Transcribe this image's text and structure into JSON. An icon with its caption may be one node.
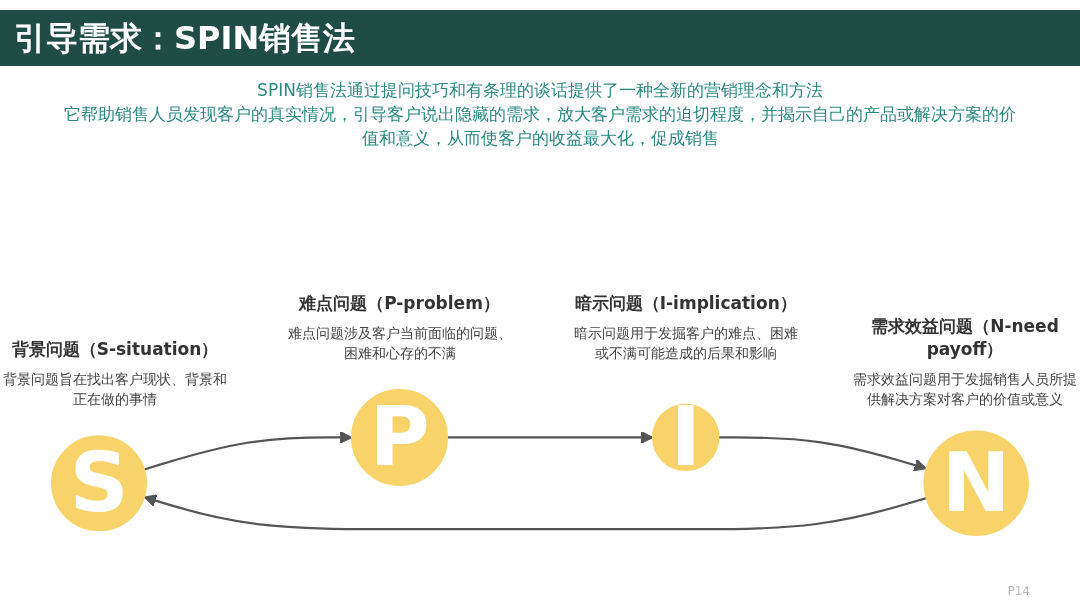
{
  "diagram": {
    "title": "引导需求：SPIN销售法",
    "nodes": [
      {
        "text": [
          "S"
        ],
        "beside": [
          "背景问题（S-situation）",
          "背景问题旨在找出客户现状、背景和正在做的事情"
        ]
      },
      {
        "text": [
          "P"
        ],
        "beside": [
          "难点问题（P-problem）",
          "难点问题涉及客户当前面临的问题、困难和心存的不满"
        ]
      },
      {
        "text": [
          "I"
        ],
        "beside": [
          "暗示问题（I-implication）",
          "暗示问题用于发掘客户的难点、困难或不满可能造成的后果和影响"
        ]
      },
      {
        "text": [
          "N"
        ],
        "beside": [
          "需求效益问题（N-need payoff）",
          "需求效益问题用于发掘销售人员所提供解决方案对客户的价值或意义"
        ]
      }
    ],
    "edges": [
      {
        "from": 0,
        "to": 1,
        "arrow": "to"
      },
      {
        "from": 1,
        "to": 2,
        "arrow": "to"
      },
      {
        "from": 2,
        "to": 3,
        "arrow": "to"
      },
      {
        "from": 3,
        "to": 0,
        "arrow": "to"
      }
    ],
    "labels": [
      "SPIN销售法通过提问技巧和有条理的谈话提供了一种全新的营销理念和方法",
      "它帮助销售人员发现客户的真实情况，引导客户说出隐藏的需求，放大客户需求的迫切程度，并揭示自己的产品或解决方案的价值和意义，从而使客户的收益最大化，促成销售",
      "P14"
    ]
  }
}
